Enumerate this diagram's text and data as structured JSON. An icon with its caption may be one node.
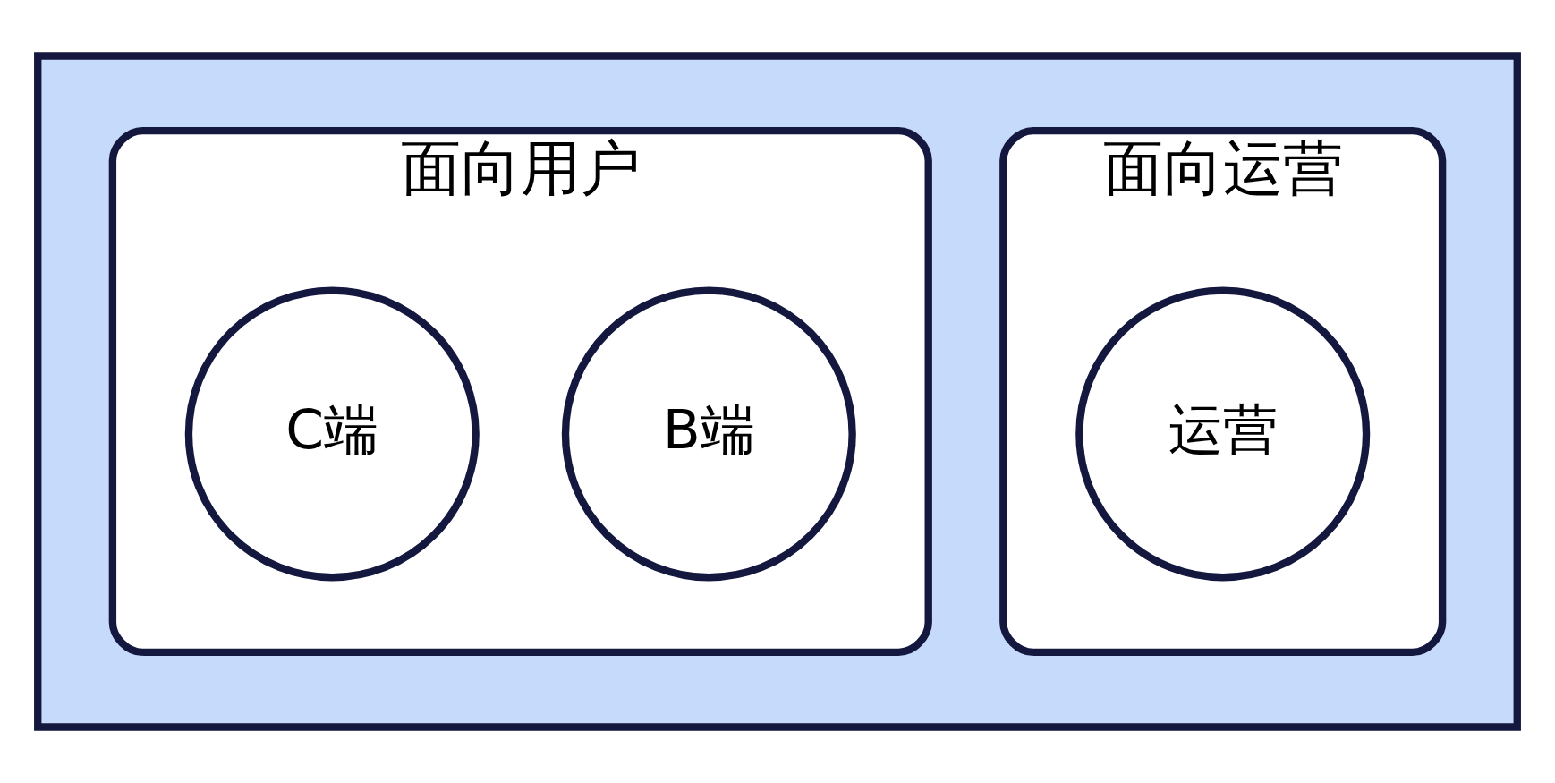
{
  "diagram": {
    "nodes": [
      {
        "text": [],
        "shape": "box"
      },
      {
        "text": [
          "面向用户"
        ],
        "in": 0
      },
      {
        "text": [
          "C端"
        ],
        "in": 1
      },
      {
        "text": [
          "B端"
        ],
        "in": 1
      },
      {
        "text": [
          "面向运营"
        ],
        "in": 0
      },
      {
        "text": [
          "运营"
        ],
        "in": 4
      }
    ]
  }
}
